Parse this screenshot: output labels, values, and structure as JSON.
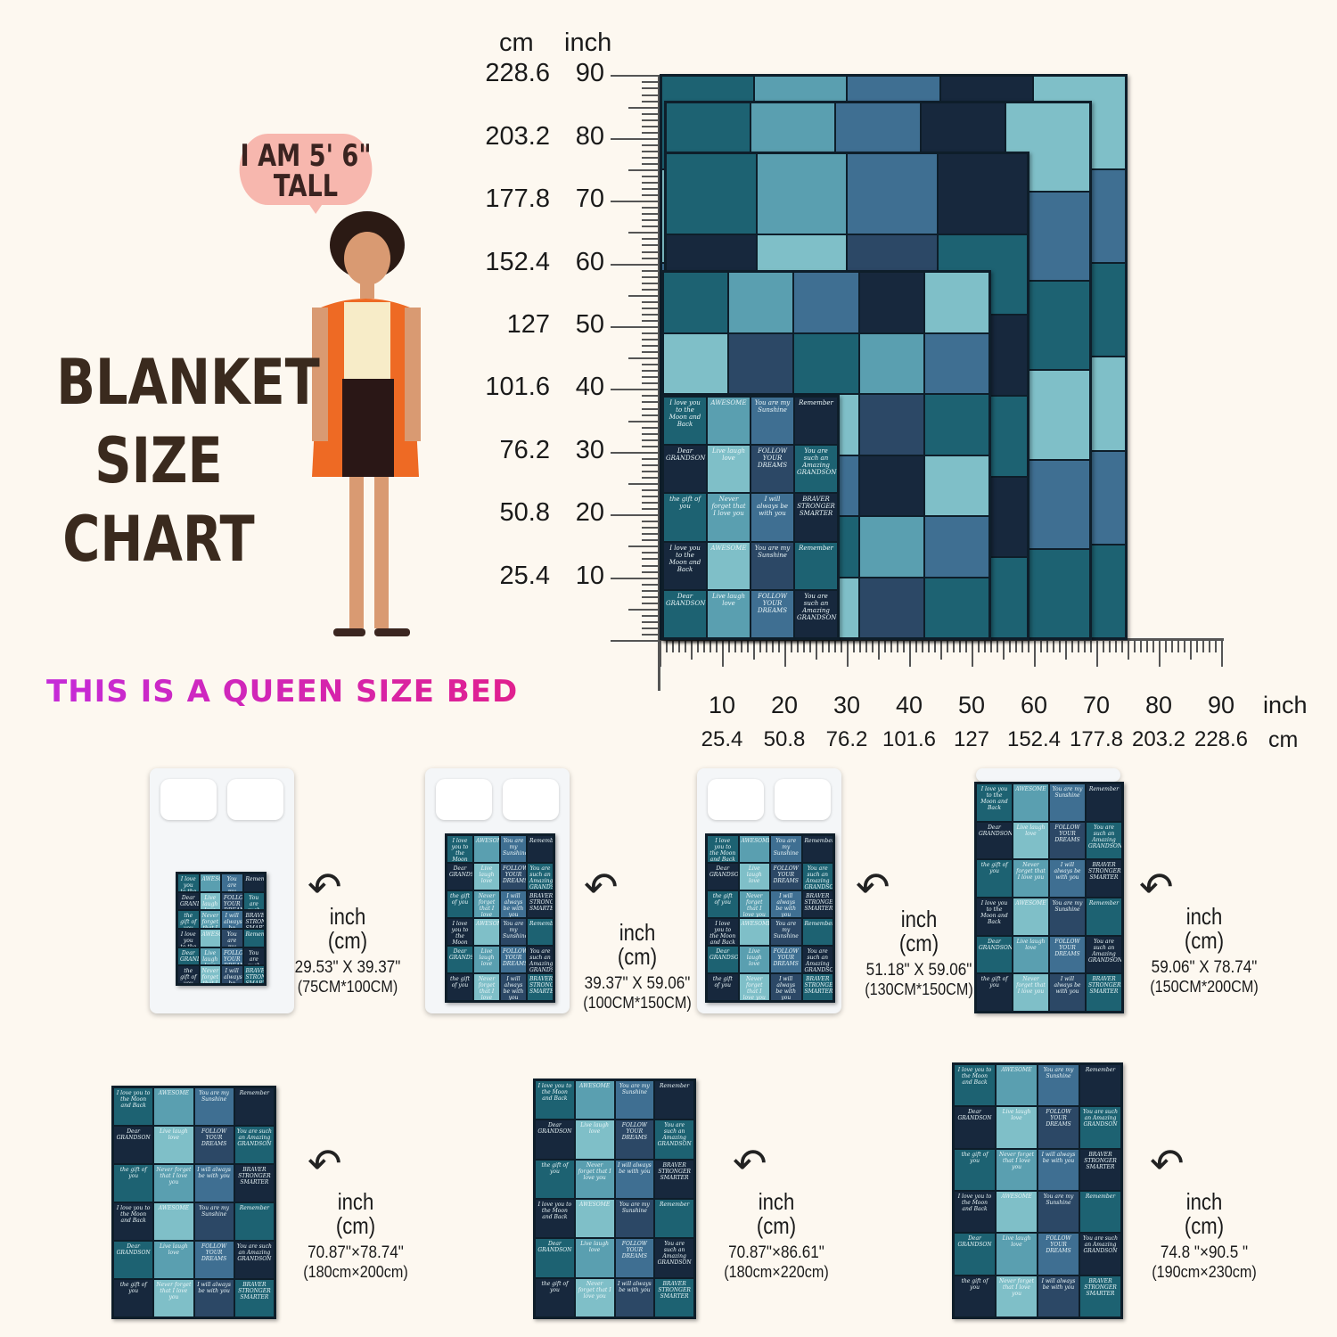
{
  "speech_bubble": [
    "I AM 5' 6\"",
    "TALL"
  ],
  "title": [
    "BLANKET",
    "SIZE",
    "CHART"
  ],
  "queen_note": "THIS IS A QUEEN SIZE BED",
  "vertical_axis": {
    "cm_header": "cm",
    "inch_header": "inch",
    "inch": [
      "90",
      "80",
      "70",
      "60",
      "50",
      "40",
      "30",
      "20",
      "10"
    ],
    "cm": [
      "228.6",
      "203.2",
      "177.8",
      "152.4",
      "127",
      "101.6",
      "76.2",
      "50.8",
      "25.4"
    ]
  },
  "horizontal_axis": {
    "inch_unit": "inch",
    "cm_unit": "cm",
    "inch": [
      "10",
      "20",
      "30",
      "40",
      "50",
      "60",
      "70",
      "80",
      "90"
    ],
    "cm": [
      "25.4",
      "50.8",
      "76.2",
      "101.6",
      "127",
      "152.4",
      "177.8",
      "203.2",
      "228.6"
    ]
  },
  "blanket_phrases": [
    "I love you to the Moon and Back",
    "You are such an Amazing GRANDSON",
    "You are my Sunshine",
    "Never forget that I love you",
    "Dear GRANDSON",
    "BRAVER STRONGER SMARTER",
    "FOLLOW YOUR DREAMS",
    "AWESOME",
    "the gift of you",
    "Remember",
    "I will always be with you",
    "Live laugh love"
  ],
  "tile_colors": [
    "#1d6272",
    "#2c4866",
    "#7fbfc8",
    "#17283d",
    "#3f6f92",
    "#5a9fb0"
  ],
  "sizes": [
    {
      "unit": "inch",
      "unit2": "(cm)",
      "dims": "29.53\" X 39.37\"",
      "cm": "(75CM*100CM)"
    },
    {
      "unit": "inch",
      "unit2": "(cm)",
      "dims": "39.37\" X 59.06\"",
      "cm": "(100CM*150CM)"
    },
    {
      "unit": "inch",
      "unit2": "(cm)",
      "dims": "51.18\" X 59.06\"",
      "cm": "(130CM*150CM)"
    },
    {
      "unit": "inch",
      "unit2": "(cm)",
      "dims": "59.06\" X 78.74\"",
      "cm": "(150CM*200CM)"
    },
    {
      "unit": "inch",
      "unit2": "(cm)",
      "dims": "70.87\"×78.74\"",
      "cm": "(180cm×200cm)"
    },
    {
      "unit": "inch",
      "unit2": "(cm)",
      "dims": "70.87\"×86.61\"",
      "cm": "(180cm×220cm)"
    },
    {
      "unit": "inch",
      "unit2": "(cm)",
      "dims": "74.8 \"×90.5 \"",
      "cm": "(190cm×230cm)"
    }
  ]
}
